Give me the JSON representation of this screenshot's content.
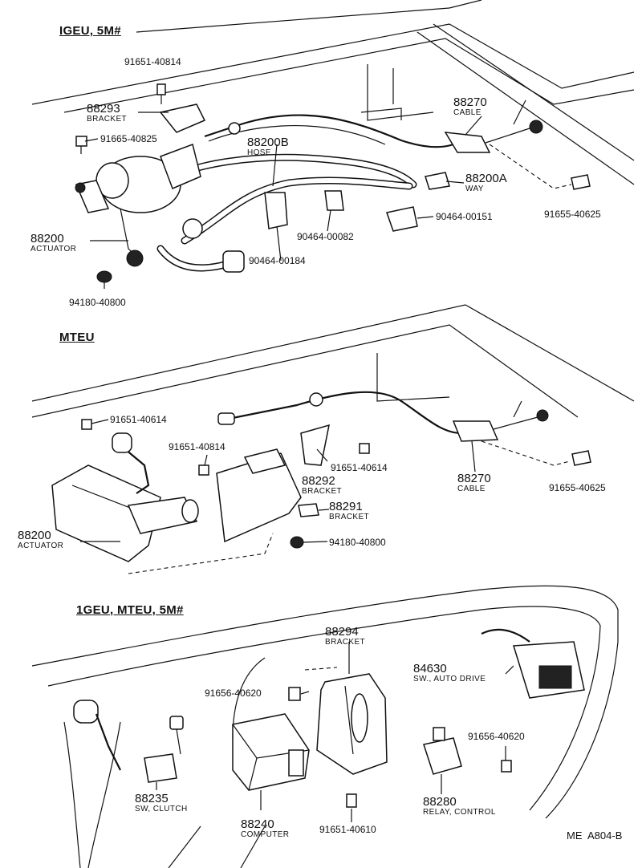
{
  "sections": [
    {
      "title": "IGEU, 5M#"
    },
    {
      "title": "MTEU"
    },
    {
      "title": "1GEU, MTEU, 5M#"
    }
  ],
  "parts": {
    "s1": {
      "p_91651_40814": "91651-40814",
      "p_88293": {
        "num": "88293",
        "name": "BRACKET"
      },
      "p_91665_40825": "91665-40825",
      "p_88200B": {
        "num": "88200B",
        "name": "HOSE"
      },
      "p_88270": {
        "num": "88270",
        "name": "CABLE"
      },
      "p_88200A": {
        "num": "88200A",
        "name": "WAY"
      },
      "p_91655_40625": "91655-40625",
      "p_90464_00151": "90464-00151",
      "p_90464_00082": "90464-00082",
      "p_88200": {
        "num": "88200",
        "name": "ACTUATOR"
      },
      "p_90464_00184": "90464-00184",
      "p_94180_40800": "94180-40800"
    },
    "s2": {
      "p_91651_40614a": "91651-40614",
      "p_91651_40814": "91651-40814",
      "p_91651_40614b": "91651-40614",
      "p_88292": {
        "num": "88292",
        "name": "BRACKET"
      },
      "p_88270": {
        "num": "88270",
        "name": "CABLE"
      },
      "p_91655_40625": "91655-40625",
      "p_88291": {
        "num": "88291",
        "name": "BRACKET"
      },
      "p_88200": {
        "num": "88200",
        "name": "ACTUATOR"
      },
      "p_94180_40800": "94180-40800"
    },
    "s3": {
      "p_88294": {
        "num": "88294",
        "name": "BRACKET"
      },
      "p_84630": {
        "num": "84630",
        "name": "SW., AUTO DRIVE"
      },
      "p_91656_40620a": "91656-40620",
      "p_91656_40620b": "91656-40620",
      "p_88235": {
        "num": "88235",
        "name": "SW, CLUTCH"
      },
      "p_88240": {
        "num": "88240",
        "name": "COMPUTER"
      },
      "p_91651_40610": "91651-40610",
      "p_88280": {
        "num": "88280",
        "name": "RELAY, CONTROL"
      }
    }
  },
  "reference": "ME  A804-B"
}
